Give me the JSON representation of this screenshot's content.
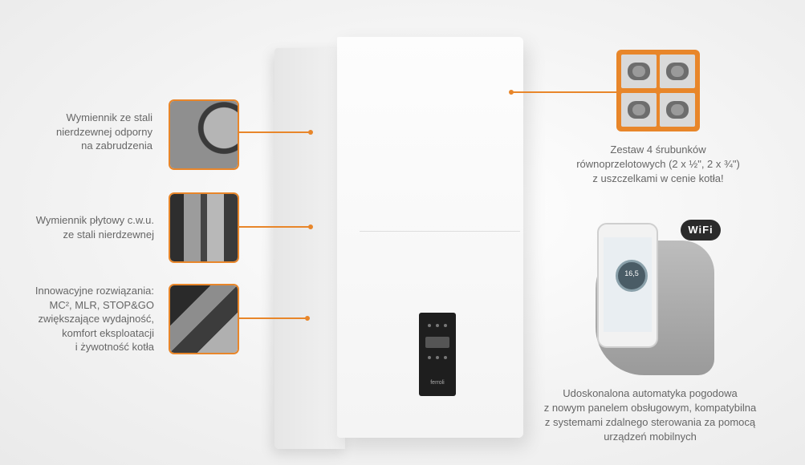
{
  "features": [
    {
      "lines": [
        "Wymiennik ze stali",
        "nierdzewnej odporny",
        "na zabrudzenia"
      ]
    },
    {
      "lines": [
        "Wymiennik płytowy c.w.u.",
        "ze stali nierdzewnej"
      ]
    },
    {
      "lines": [
        "Innowacyjne rozwiązania:",
        "MC², MLR, STOP&GO",
        "zwiększające wydajność,",
        "komfort eksploatacji",
        "i żywotność kotła"
      ]
    }
  ],
  "fittings": {
    "lines": [
      "Zestaw 4 śrubunków",
      "równoprzelotowych (2 x ½\", 2 x ¾\")",
      "z uszczelkami w cenie kotła!"
    ]
  },
  "automation": {
    "lines": [
      "Udoskonalona automatyka pogodowa",
      "z nowym panelem obsługowym, kompatybilna",
      "z systemami zdalnego sterowania za pomocą",
      "urządzeń mobilnych"
    ]
  },
  "wifi_logo": "WiFi",
  "phone_temp": "16,5",
  "panel_brand": "ferroli",
  "colors": {
    "accent": "#e8862a"
  }
}
